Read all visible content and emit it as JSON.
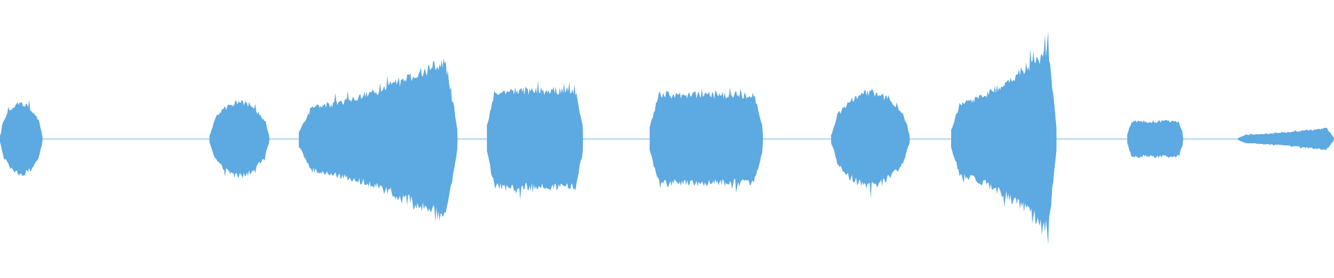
{
  "waveform": {
    "color": "#5DA9E1",
    "background": "#FFFFFF",
    "amplitude_scale": 1.0,
    "segments": [
      {
        "start": 0.0,
        "end": 0.032,
        "peak": 0.36,
        "shape": "rise-fall"
      },
      {
        "start": 0.157,
        "end": 0.202,
        "peak": 0.38,
        "shape": "rise-fall"
      },
      {
        "start": 0.224,
        "end": 0.343,
        "peak": 0.88,
        "shape": "ramp-up"
      },
      {
        "start": 0.365,
        "end": 0.437,
        "peak": 0.55,
        "shape": "plateau"
      },
      {
        "start": 0.487,
        "end": 0.572,
        "peak": 0.5,
        "shape": "plateau"
      },
      {
        "start": 0.623,
        "end": 0.682,
        "peak": 0.48,
        "shape": "rise-fall"
      },
      {
        "start": 0.713,
        "end": 0.792,
        "peak": 1.0,
        "shape": "ramp-up"
      },
      {
        "start": 0.845,
        "end": 0.887,
        "peak": 0.2,
        "shape": "plateau"
      },
      {
        "start": 0.928,
        "end": 1.0,
        "peak": 0.12,
        "shape": "ramp-up"
      }
    ],
    "silence_gaps": [
      {
        "start": 0.032,
        "end": 0.157
      },
      {
        "start": 0.202,
        "end": 0.224
      },
      {
        "start": 0.343,
        "end": 0.365
      },
      {
        "start": 0.437,
        "end": 0.487
      },
      {
        "start": 0.572,
        "end": 0.623
      },
      {
        "start": 0.682,
        "end": 0.713
      },
      {
        "start": 0.792,
        "end": 0.845
      },
      {
        "start": 0.887,
        "end": 0.928
      }
    ]
  }
}
